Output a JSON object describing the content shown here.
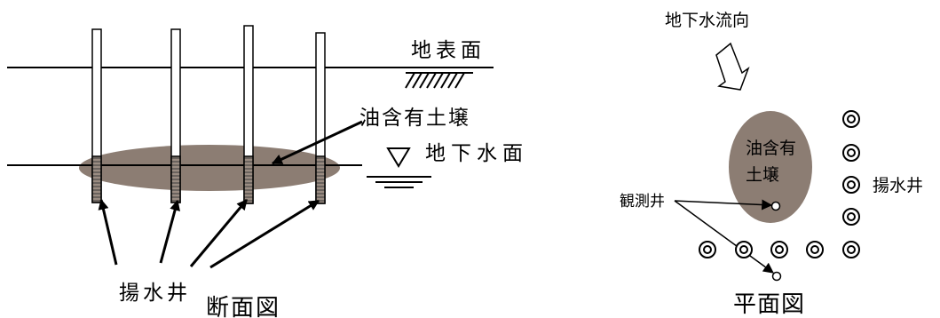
{
  "section_view": {
    "ground_surface_label": "地表面",
    "oil_soil_label": "油含有土壌",
    "water_table_label": "地下水面",
    "pumping_well_label": "揚水井",
    "view_title": "断面図"
  },
  "plan_view": {
    "flow_direction_label": "地下水流向",
    "oil_soil_label_line1": "油含有",
    "oil_soil_label_line2": "土壌",
    "observation_well_label": "観測井",
    "pumping_well_label": "揚水井",
    "view_title": "平面図"
  },
  "colors": {
    "line": "#000000",
    "contamination": "#8c7d73",
    "background": "#ffffff"
  }
}
